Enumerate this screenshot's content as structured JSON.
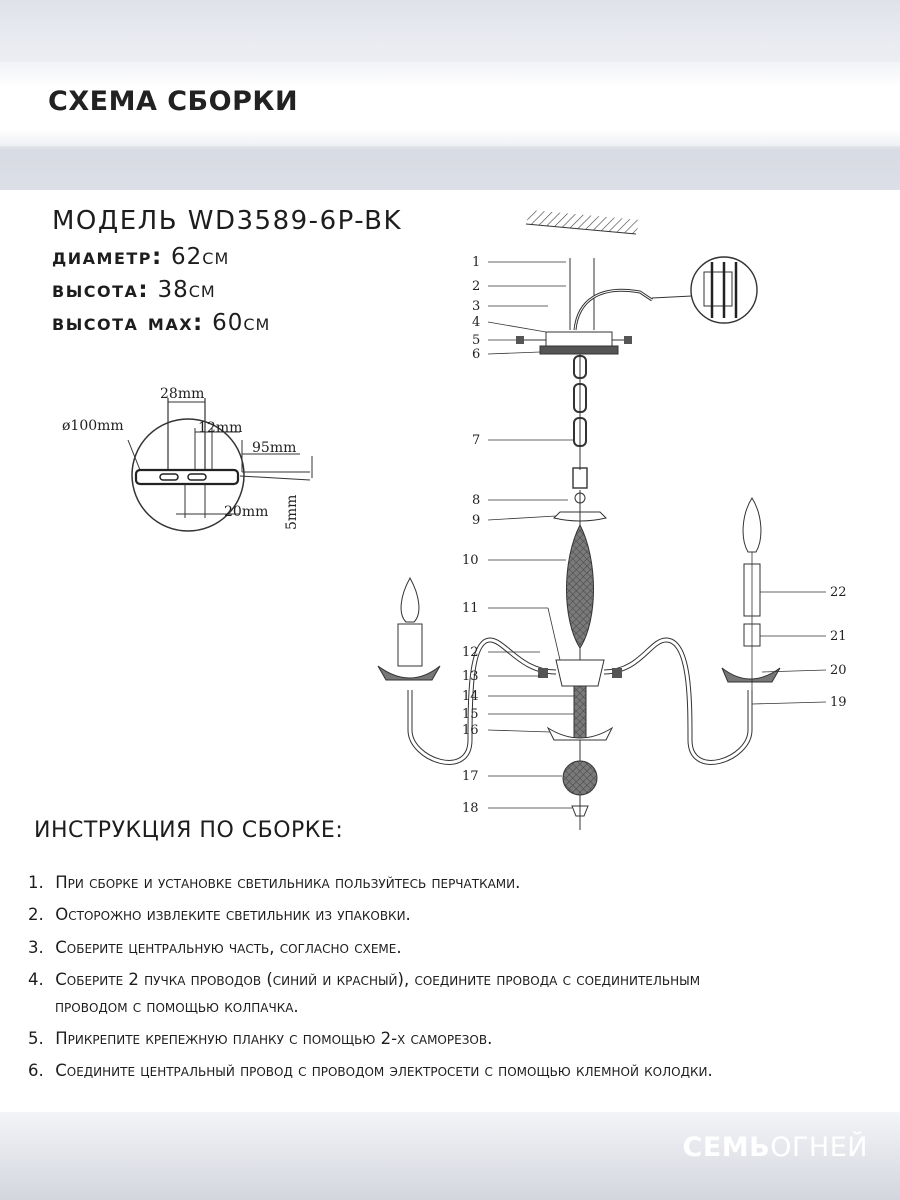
{
  "header": {
    "title": "СХЕМА СБОРКИ"
  },
  "specs": {
    "model": "МОДЕЛЬ WD3589-6P-BK",
    "diameter_label": "ДИАМЕТР:",
    "diameter_value": "62см",
    "height_label": "ВЫСОТА:",
    "height_value": "38см",
    "height_max_label": "ВЫСОТА МАХ:",
    "height_max_value": "60см"
  },
  "detail": {
    "dim_28": "28mm",
    "dim_12": "12mm",
    "dim_d100": "ø100mm",
    "dim_95": "95mm",
    "dim_20": "20mm",
    "dim_5": "5mm"
  },
  "parts": {
    "left": [
      "1",
      "2",
      "3",
      "4",
      "5",
      "6",
      "7",
      "8",
      "9",
      "10",
      "11",
      "12",
      "13",
      "14",
      "15",
      "16",
      "17",
      "18"
    ],
    "right": [
      "22",
      "21",
      "20",
      "19"
    ]
  },
  "instructions": {
    "title": "ИНСТРУКЦИЯ ПО СБОРКЕ:",
    "items": [
      {
        "num": "1.",
        "text": "При сборке и установке светильника пользуйтесь перчатками."
      },
      {
        "num": "2.",
        "text": "Осторожно извлеките светильник из упаковки."
      },
      {
        "num": "3.",
        "text": "Соберите центральную часть, согласно схеме."
      },
      {
        "num": "4.",
        "text": "Соберите 2 пучка проводов (синий и красный), соедините провода с соединительным",
        "cont": "проводом с помощью колпачка."
      },
      {
        "num": "5.",
        "text": "Прикрепите крепежную планку с помощью 2-х саморезов."
      },
      {
        "num": "6.",
        "text": "Соедините центральный провод с проводом электросети с помощью клемной колодки."
      }
    ]
  },
  "brand": {
    "part1": "СЕМЬ",
    "part2": "ОГНЕЙ"
  },
  "colors": {
    "header_band": "#dfe2ea",
    "footer_band": "#d3d6de",
    "text": "#1d1d1d",
    "brand_text": "#ffffff"
  }
}
